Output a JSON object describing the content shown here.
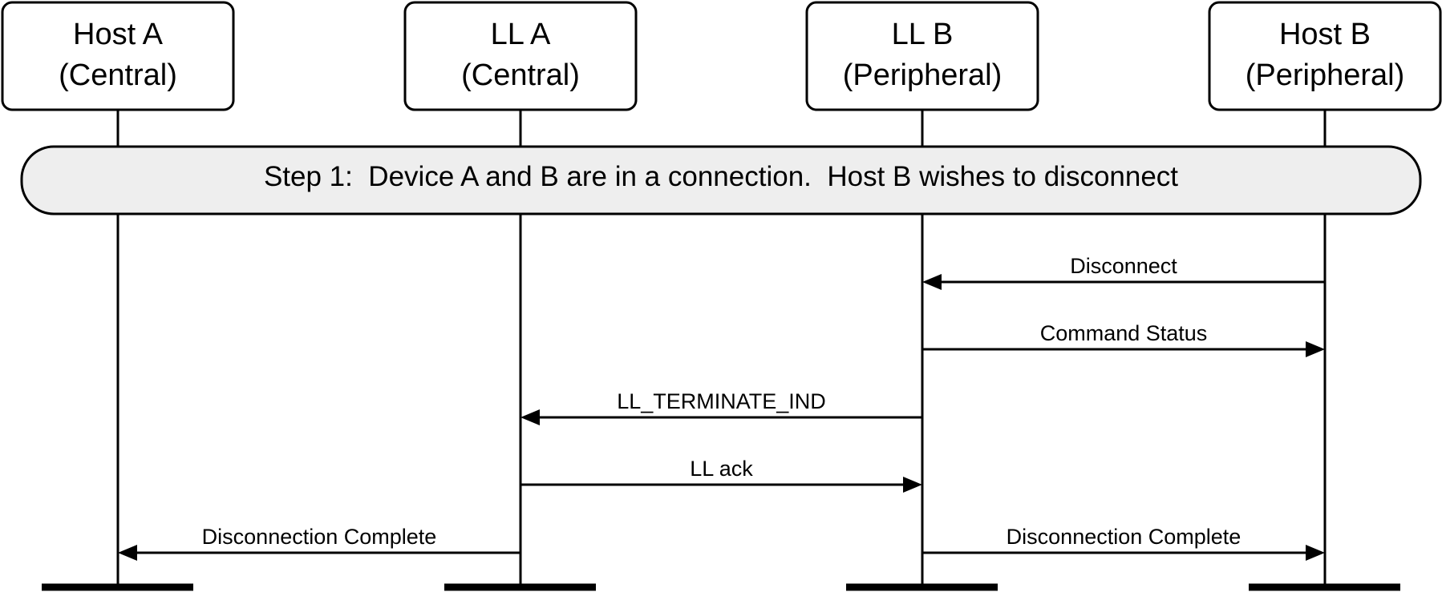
{
  "participants": [
    {
      "name": "Host A",
      "role": "(Central)"
    },
    {
      "name": "LL A",
      "role": "(Central)"
    },
    {
      "name": "LL B",
      "role": "(Peripheral)"
    },
    {
      "name": "Host B",
      "role": "(Peripheral)"
    }
  ],
  "step": {
    "text": "Step 1:  Device A and B are in a connection.  Host B wishes to disconnect"
  },
  "messages": [
    {
      "label": "Disconnect",
      "from": 3,
      "to": 2
    },
    {
      "label": "Command Status",
      "from": 2,
      "to": 3
    },
    {
      "label": "LL_TERMINATE_IND",
      "from": 2,
      "to": 1
    },
    {
      "label": "LL ack",
      "from": 1,
      "to": 2
    },
    {
      "label": "Disconnection Complete",
      "from": 1,
      "to": 0
    },
    {
      "label": "Disconnection Complete",
      "from": 2,
      "to": 3
    }
  ]
}
